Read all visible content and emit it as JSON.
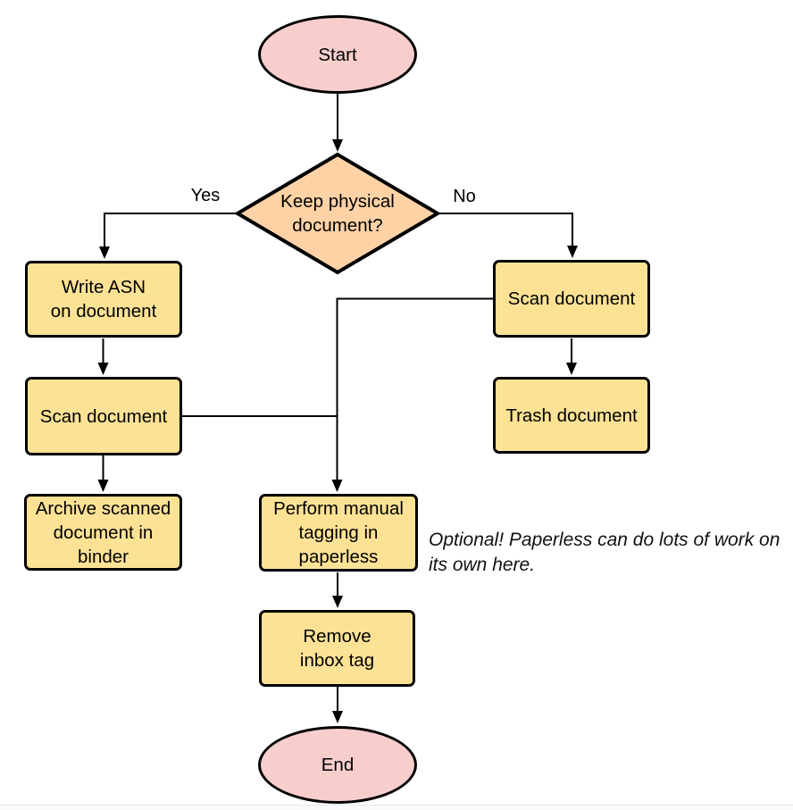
{
  "colors": {
    "terminal_fill": "#f8cecc",
    "decision_fill": "#ffd2a6",
    "process_fill": "#fde295",
    "stroke": "#000000",
    "background": "#ffffff"
  },
  "nodes": {
    "start": {
      "label": "Start"
    },
    "decision": {
      "label": "Keep physical\ndocument?"
    },
    "write_asn": {
      "label": "Write ASN\non document"
    },
    "scan_left": {
      "label": "Scan document"
    },
    "archive": {
      "label": "Archive scanned\ndocument in\nbinder"
    },
    "scan_right": {
      "label": "Scan document"
    },
    "trash": {
      "label": "Trash document"
    },
    "tagging": {
      "label": "Perform manual\ntagging in\npaperless"
    },
    "remove_inbox": {
      "label": "Remove\ninbox tag"
    },
    "end": {
      "label": "End"
    }
  },
  "edge_labels": {
    "yes": "Yes",
    "no": "No"
  },
  "note": {
    "text": "Optional! Paperless can do lots of work on\nits own here."
  }
}
